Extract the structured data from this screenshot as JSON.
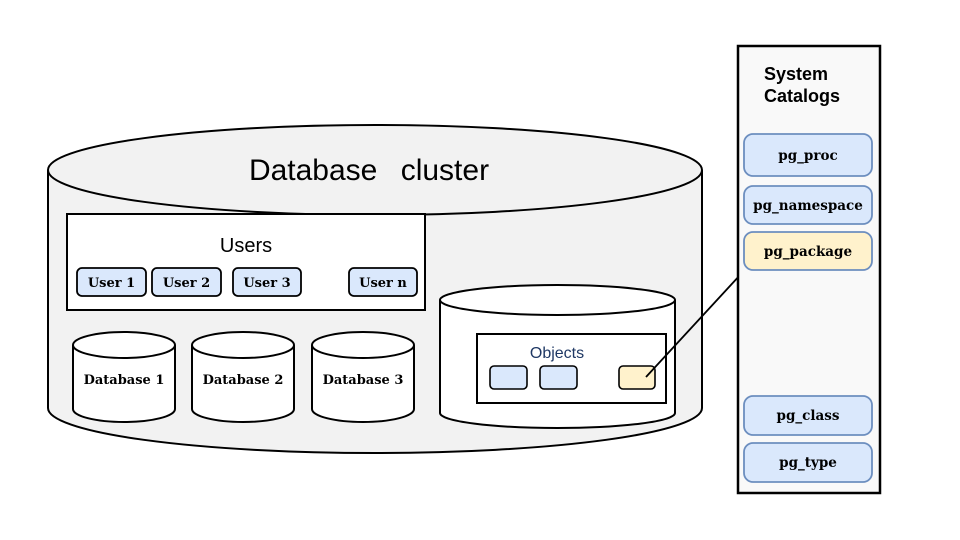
{
  "diagram": {
    "cluster_title": "Database cluster",
    "users": {
      "title": "Users",
      "items": [
        "User 1",
        "User 2",
        "User 3",
        "User n"
      ]
    },
    "databases": [
      "Database 1",
      "Database 2",
      "Database 3"
    ],
    "objects_title": "Objects",
    "system_catalogs": {
      "title_line1": "System",
      "title_line2": "Catalogs",
      "items": [
        {
          "label": "pg_proc",
          "highlight": false
        },
        {
          "label": "pg_namespace",
          "highlight": false
        },
        {
          "label": "pg_package",
          "highlight": true
        },
        {
          "label": "pg_class",
          "highlight": false
        },
        {
          "label": "pg_type",
          "highlight": false
        }
      ]
    },
    "colors": {
      "node_blue": "#dae8fc",
      "node_yellow": "#fff2cc",
      "node_border_blue": "#6c8ebf",
      "cluster_fill": "#f2f2f2",
      "objects_title_color": "#1f3864"
    }
  }
}
